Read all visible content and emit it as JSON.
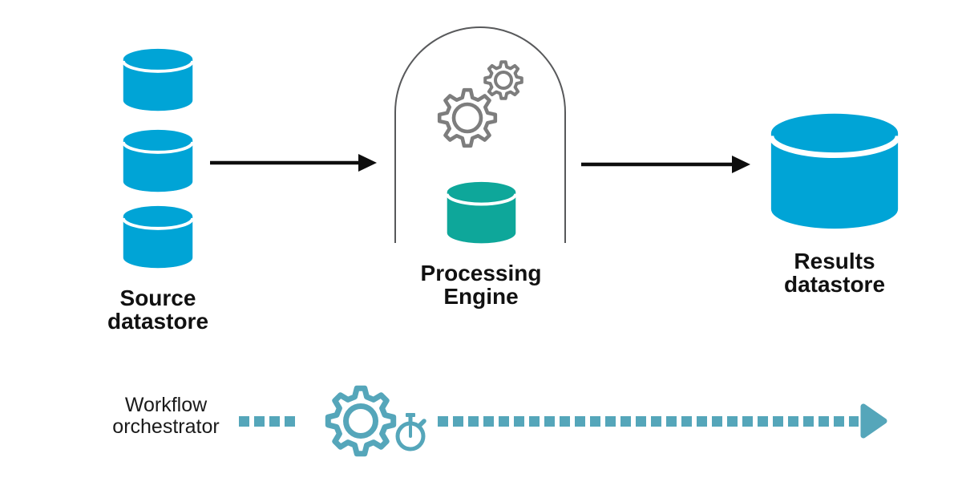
{
  "palette": {
    "datastore_cyan": "#00A4D6",
    "engine_teal": "#0EA79A",
    "orchestrator_teal": "#55A6BA",
    "gear_gray": "#7D7D7D",
    "arch_gray": "#58595B",
    "arrow_black": "#0E0E0E",
    "label_black": "#111111"
  },
  "nodes": {
    "source_datastore": {
      "lines": [
        "Source",
        "datastore"
      ],
      "icon": "database-stack-icon"
    },
    "processing_engine": {
      "lines": [
        "Processing",
        "Engine"
      ],
      "icons": [
        "gears-icon",
        "database-icon"
      ]
    },
    "results_datastore": {
      "lines": [
        "Results",
        "datastore"
      ],
      "icon": "database-icon"
    },
    "workflow_orchestrator": {
      "lines": [
        "Workflow",
        "orchestrator"
      ],
      "icons": [
        "gear-icon",
        "stopwatch-icon"
      ]
    }
  },
  "connections": [
    {
      "id": "source-to-engine",
      "style": "solid-arrow"
    },
    {
      "id": "engine-to-results",
      "style": "solid-arrow"
    },
    {
      "id": "orchestrator-timeline",
      "style": "dotted-arrow"
    }
  ]
}
